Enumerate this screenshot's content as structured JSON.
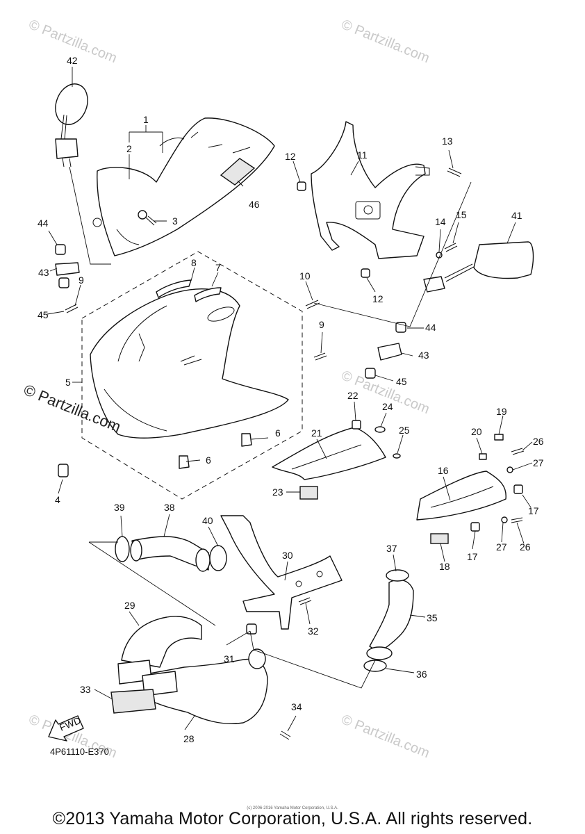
{
  "diagram": {
    "code": "4P61110-E370",
    "fwd_label": "FWD",
    "copyright": "©2013 Yamaha Motor Corporation, U.S.A. All rights reserved.",
    "fine_print": "(c) 2006-2016 Yamaha Motor Corporation, U.S.A.",
    "watermark_main": "© Partzilla.com",
    "watermark_faint": "© Partzilla.com",
    "callouts": [
      "1",
      "2",
      "3",
      "4",
      "5",
      "6",
      "6",
      "7",
      "8",
      "9",
      "9",
      "10",
      "11",
      "12",
      "12",
      "13",
      "14",
      "15",
      "16",
      "17",
      "17",
      "18",
      "19",
      "20",
      "21",
      "22",
      "23",
      "24",
      "25",
      "26",
      "26",
      "27",
      "27",
      "28",
      "29",
      "30",
      "31",
      "32",
      "33",
      "34",
      "35",
      "36",
      "37",
      "38",
      "39",
      "40",
      "41",
      "42",
      "43",
      "43",
      "44",
      "44",
      "45",
      "45",
      "46"
    ]
  }
}
